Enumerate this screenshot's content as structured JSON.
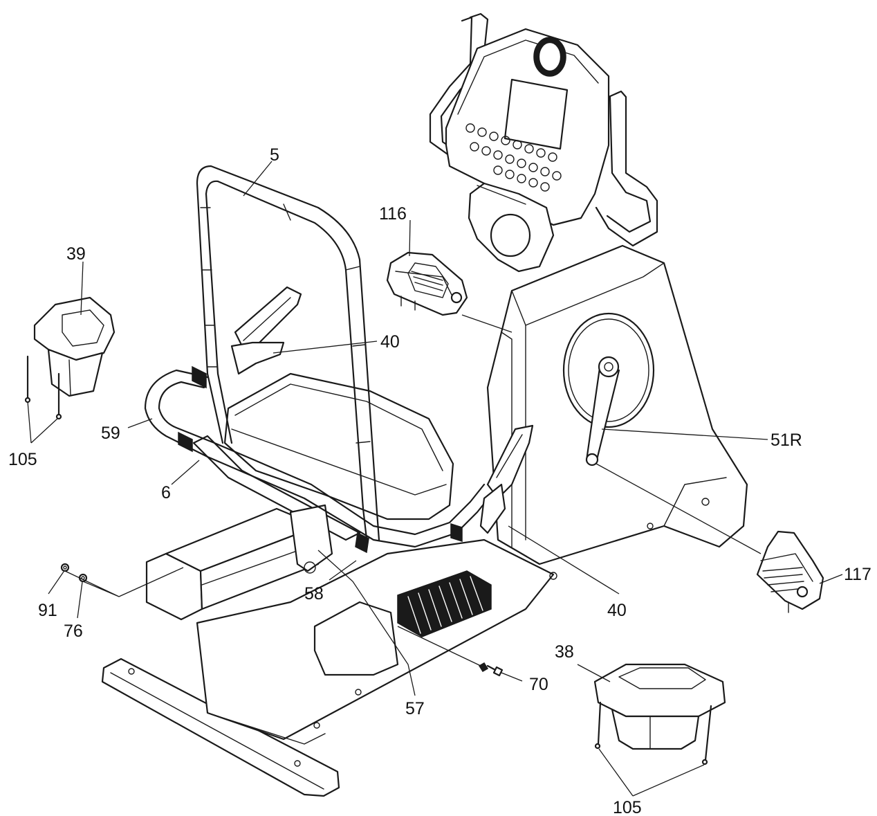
{
  "labels": {
    "l5": "5",
    "l116": "116",
    "l39": "39",
    "l40a": "40",
    "l59": "59",
    "l105a": "105",
    "l6": "6",
    "l51r": "51R",
    "l91": "91",
    "l76": "76",
    "l58": "58",
    "l40b": "40",
    "l117": "117",
    "l38": "38",
    "l70": "70",
    "l57": "57",
    "l105b": "105"
  }
}
